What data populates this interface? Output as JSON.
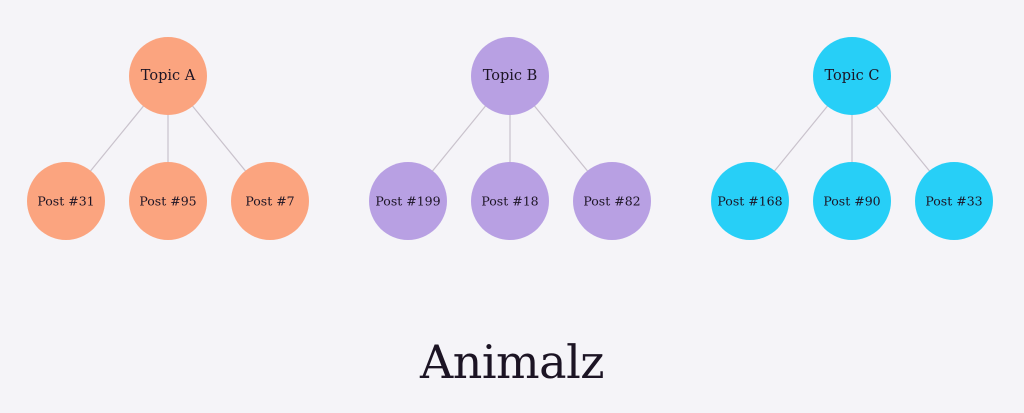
{
  "brand": {
    "logo_text": "Animalz"
  },
  "groups": [
    {
      "topic": "Topic A",
      "color": "#fba47f",
      "posts": [
        "Post #31",
        "Post #95",
        "Post #7"
      ]
    },
    {
      "topic": "Topic B",
      "color": "#b8a0e3",
      "posts": [
        "Post #199",
        "Post #18",
        "Post #82"
      ]
    },
    {
      "topic": "Topic C",
      "color": "#27cff7",
      "posts": [
        "Post #168",
        "Post #90",
        "Post #33"
      ]
    }
  ],
  "connector_color": "#c9c2cc"
}
